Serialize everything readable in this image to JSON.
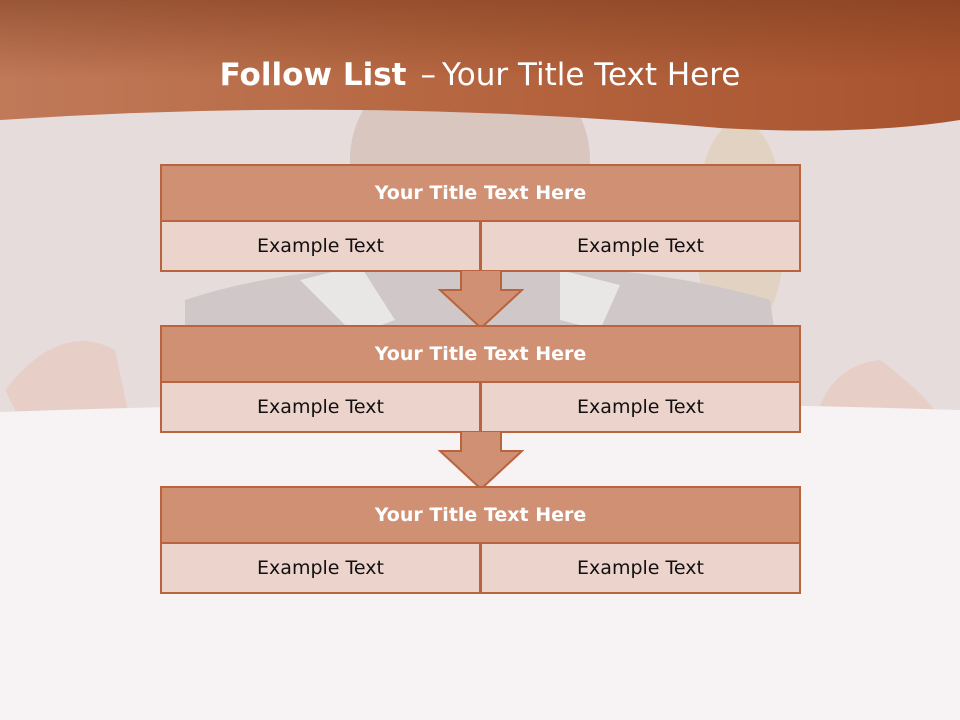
{
  "slide": {
    "title_bold": "Follow List",
    "title_separator": "–",
    "title_rest": "Your Title Text Here"
  },
  "steps": [
    {
      "title": "Your Title Text Here",
      "left": "Example Text",
      "right": "Example Text"
    },
    {
      "title": "Your Title Text Here",
      "left": "Example Text",
      "right": "Example Text"
    },
    {
      "title": "Your Title Text Here",
      "left": "Example Text",
      "right": "Example Text"
    }
  ],
  "colors": {
    "header_band": "#b4603a",
    "title_box": "#cf9073",
    "cell_box": "#ecd3cc",
    "border": "#b8643f",
    "arrow": "#cf9073"
  },
  "icons": [
    "down-arrow-icon",
    "down-arrow-icon"
  ]
}
